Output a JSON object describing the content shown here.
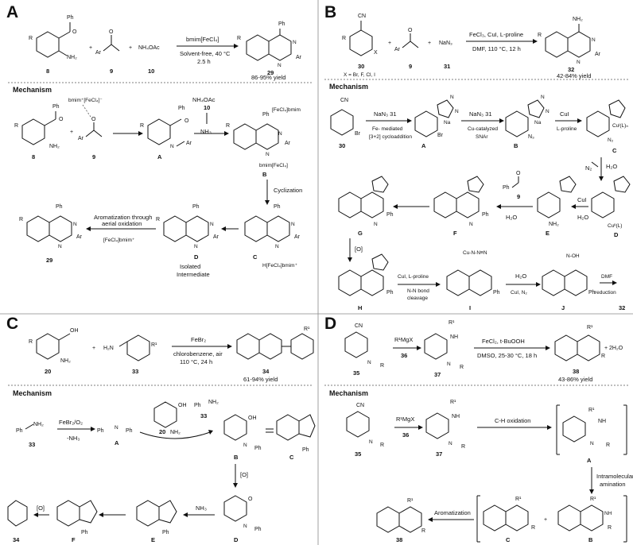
{
  "panels": {
    "A": {
      "letter": "A",
      "reagent_amine": "NH₄OAc",
      "cond_top": "bmim[FeCl₄]",
      "cond_bottom": "Solvent-free, 40 °C",
      "cond_time": "2.5 h",
      "yield": "86-95% yield",
      "labels": [
        "8",
        "9",
        "10",
        "29"
      ],
      "mechanism_title": "Mechanism",
      "mech_texts": [
        "bmim⁺[FeCl₄]⁻",
        "NH₄OAc",
        "10",
        "NH₃",
        "[FeCl₄]bmim",
        "bmim[FeCl₄]",
        "Cyclization",
        "Aromatization through",
        "aerial oxidation",
        "[FeCl₄]bmim⁺",
        "Isolated",
        "Intermediate",
        "H[FeCl₄]bmim⁺"
      ],
      "mech_labels": [
        "8",
        "9",
        "A",
        "B",
        "C",
        "D",
        "29"
      ]
    },
    "B": {
      "letter": "B",
      "reagent_azide": "NaN₃",
      "cond_top": "FeCl₃, CuI, L-proline",
      "cond_bottom": "DMF, 110 °C, 12 h",
      "substituent_note": "X = Br, F, Cl, I",
      "yield": "42-84% yield",
      "labels": [
        "30",
        "9",
        "31",
        "32"
      ],
      "mechanism_title": "Mechanism",
      "mech_texts": [
        "NaN₃ 31",
        "Fe- mediated",
        "[3+2] cycloaddition",
        "NaN₃ 31",
        "Cu-catalyzed",
        "SNAr",
        "CuI",
        "L-proline",
        "N₂",
        "H₂O",
        "H₂O",
        "CuI",
        "H₂O",
        "[O]",
        "CuI, L-proline",
        "N-N bond",
        "cleavage",
        "H₂O",
        "CuI, N₂",
        "DMF",
        "reduction"
      ],
      "mech_labels": [
        "30",
        "A",
        "B",
        "C",
        "D",
        "E",
        "9",
        "F",
        "G",
        "H",
        "I",
        "J",
        "32"
      ]
    },
    "C": {
      "letter": "C",
      "cond_top": "FeBr₂",
      "cond_bottom": "chlorobenzene, air",
      "cond_temp": "110 °C, 24 h",
      "yield": "61-94% yield",
      "labels": [
        "20",
        "33",
        "34"
      ],
      "mechanism_title": "Mechanism",
      "mech_texts": [
        "FeBr₂/O₂",
        "-NH₃",
        "[O]",
        "[O]",
        "NH₃"
      ],
      "mech_labels": [
        "33",
        "A",
        "20",
        "33",
        "B",
        "C",
        "D",
        "E",
        "F",
        "34"
      ]
    },
    "D": {
      "letter": "D",
      "reagent_grignard": "R¹MgX",
      "cond_top": "FeCl₂, t-BuOOH",
      "cond_bottom": "DMSO, 25-30 °C, 18 h",
      "byproduct": "+ 2H₂O",
      "yield": "43-86% yield",
      "labels": [
        "35",
        "36",
        "37",
        "38"
      ],
      "mechanism_title": "Mechanism",
      "mech_texts": [
        "R¹MgX",
        "36",
        "C-H oxidation",
        "Intramolecular",
        "amination",
        "Aromatization",
        "+"
      ],
      "mech_labels": [
        "35",
        "37",
        "A",
        "B",
        "C",
        "38"
      ]
    }
  }
}
